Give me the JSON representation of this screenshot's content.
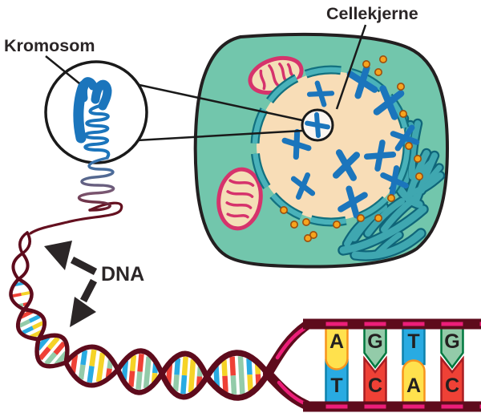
{
  "labels": {
    "chromosome": "Kromosom",
    "cell_nucleus": "Cellekjerne",
    "dna": "DNA"
  },
  "dna_base_pairs": [
    {
      "top": "A",
      "bottom": "T"
    },
    {
      "top": "G",
      "bottom": "C"
    },
    {
      "top": "T",
      "bottom": "A"
    },
    {
      "top": "G",
      "bottom": "C"
    }
  ],
  "base_colors": {
    "A": "#FFE14D",
    "T": "#29ABE2",
    "G": "#93CBA9",
    "C": "#EF4136"
  },
  "palette": {
    "cell_body": "#72C6AC",
    "cell_outline": "#231F20",
    "nucleus_fill": "#F8DDB7",
    "nuclear_envelope": "#49B2BA",
    "chromosome_blue": "#1B75BC",
    "mitochondrion_pink": "#D6336C",
    "mitochondrion_inner": "#F4DFB7",
    "er_teal": "#3FA7B0",
    "ribosome_orange": "#F7A41D",
    "dna_strand_maroon": "#5E0B1C",
    "dna_backbone_pink": "#EC1E79",
    "rung_yellow": "#F5D327",
    "rung_red": "#EF4136",
    "rung_blue": "#29ABE2",
    "rung_green": "#93CBA9"
  }
}
